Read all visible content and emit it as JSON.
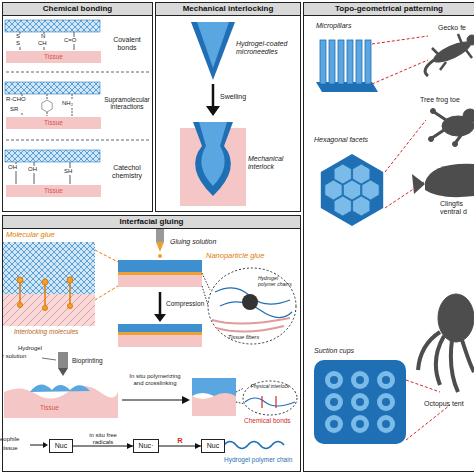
{
  "diagram": {
    "nodes": [
      {
        "text": [
          "Chemical bonding"
        ]
      },
      {
        "text": [
          "Tissue"
        ],
        "in": 0
      },
      {
        "text": [
          "Tissue"
        ],
        "in": 0
      },
      {
        "text": [
          "Tissue"
        ],
        "in": 0
      },
      {
        "text": [
          "Mechanical interlocking"
        ]
      },
      {
        "text": [
          "Topo-geometrical patterning"
        ]
      },
      {
        "text": [
          "Interfacial gluing"
        ]
      },
      {
        "text": [
          "Nuc"
        ],
        "in": 6
      },
      {
        "text": [
          "Nuc·"
        ],
        "in": 6
      },
      {
        "text": [
          "Nuc"
        ],
        "in": 6
      }
    ],
    "edges": [
      {
        "from": 7,
        "to": 8,
        "arrow": "to",
        "label": "in situ free radicals"
      },
      {
        "from": 8,
        "to": 9,
        "arrow": "to",
        "label": "R"
      }
    ],
    "labels": [
      "S",
      "S",
      "N",
      "CH",
      "C=O",
      "Covalent bonds",
      "R-CHO",
      "SR",
      "NH₂",
      "Supramolecular interactions",
      "OH",
      "OH",
      "SH",
      "Catechol chemistry",
      "Hydrogel-coated microneedles",
      "Swelling",
      "Mechanical interlock",
      "Micropillars",
      "Gecko fe",
      "Tree frog toe",
      "Hexagonal facets",
      "Clingfis",
      "ventral d",
      "Suction cups",
      "Octopus tent",
      "Molecular glue",
      "Gluing solution",
      "Nanoparticle glue",
      "Compression",
      "Hydrogel polymer chains",
      "Interlocking molecules",
      "Tissue fibers",
      "Hydrogel",
      "r solution",
      "Bioprinting",
      "In situ polymerizing and crosslinking",
      "Physical interlock",
      "Tissue",
      "Chemical bonds",
      "eophile",
      "tissue",
      "Hydrogel polymer chain"
    ]
  }
}
